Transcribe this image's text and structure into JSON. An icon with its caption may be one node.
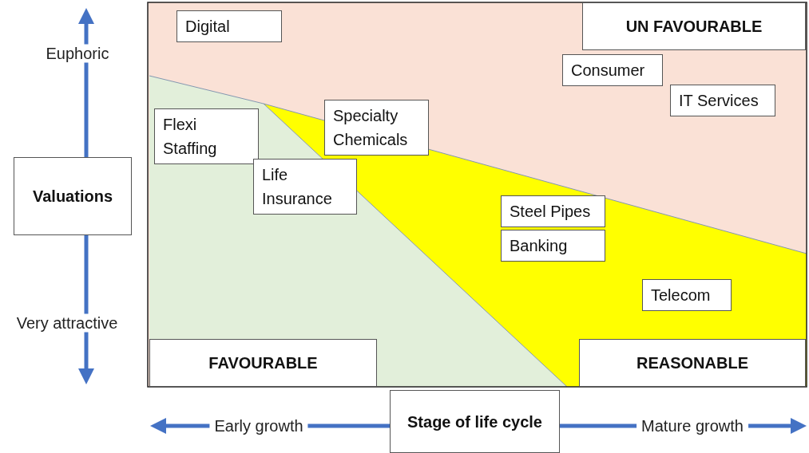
{
  "diagram": {
    "nodes": [
      {
        "text": [
          "Valuations"
        ]
      },
      {
        "text": [
          "Digital"
        ]
      },
      {
        "text": [
          "UN FAVOURABLE"
        ]
      },
      {
        "text": [
          "Consumer"
        ]
      },
      {
        "text": [
          "IT Services"
        ]
      },
      {
        "text": [
          "Flexi Staffing"
        ]
      },
      {
        "text": [
          "Specialty Chemicals"
        ]
      },
      {
        "text": [
          "Life Insurance"
        ]
      },
      {
        "text": [
          "Steel Pipes"
        ]
      },
      {
        "text": [
          "Banking"
        ]
      },
      {
        "text": [
          "Telecom"
        ]
      },
      {
        "text": [
          "FAVOURABLE"
        ]
      },
      {
        "text": [
          "REASONABLE"
        ]
      },
      {
        "text": [
          "Stage of life cycle"
        ]
      }
    ],
    "labels": [
      "Euphoric",
      "Very attractive",
      "Early growth",
      "Mature growth"
    ]
  }
}
